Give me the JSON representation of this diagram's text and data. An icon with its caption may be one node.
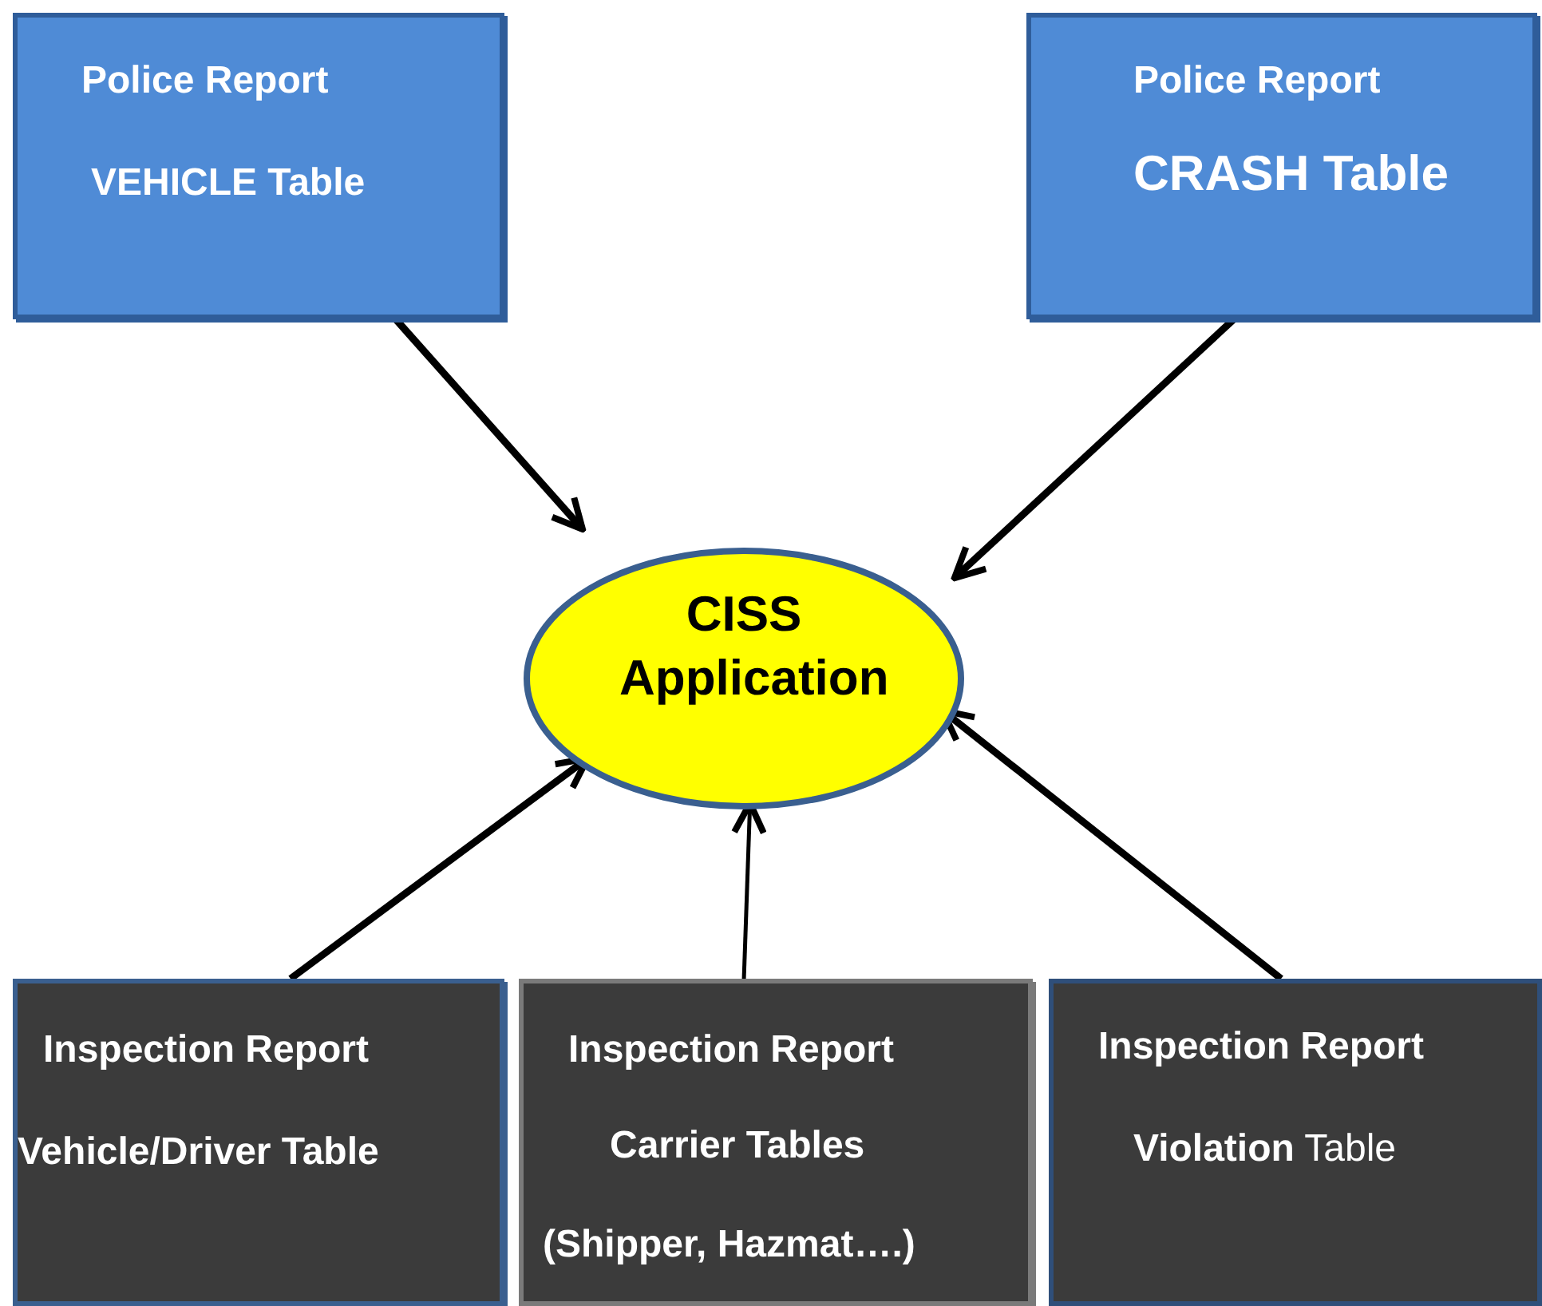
{
  "diagram": {
    "nodes": [
      {
        "text": [
          "Police Report",
          "VEHICLE Table"
        ]
      },
      {
        "text": [
          "Police Report",
          "CRASH Table"
        ]
      },
      {
        "text": [
          "CISS Application"
        ]
      },
      {
        "text": [
          "Inspection Report",
          "Vehicle/Driver Table"
        ]
      },
      {
        "text": [
          "Inspection Report",
          "Carrier Tables",
          "(Shipper, Hazmat….)"
        ]
      },
      {
        "text": [
          "Inspection Report",
          "**Violation** Table"
        ]
      }
    ],
    "edges": [
      {
        "from": 0,
        "to": 2,
        "arrow": "to"
      },
      {
        "from": 1,
        "to": 2,
        "arrow": "to"
      },
      {
        "from": 3,
        "to": 2,
        "arrow": "to"
      },
      {
        "from": 4,
        "to": 2,
        "arrow": "to"
      },
      {
        "from": 5,
        "to": 2,
        "arrow": "to"
      }
    ]
  }
}
